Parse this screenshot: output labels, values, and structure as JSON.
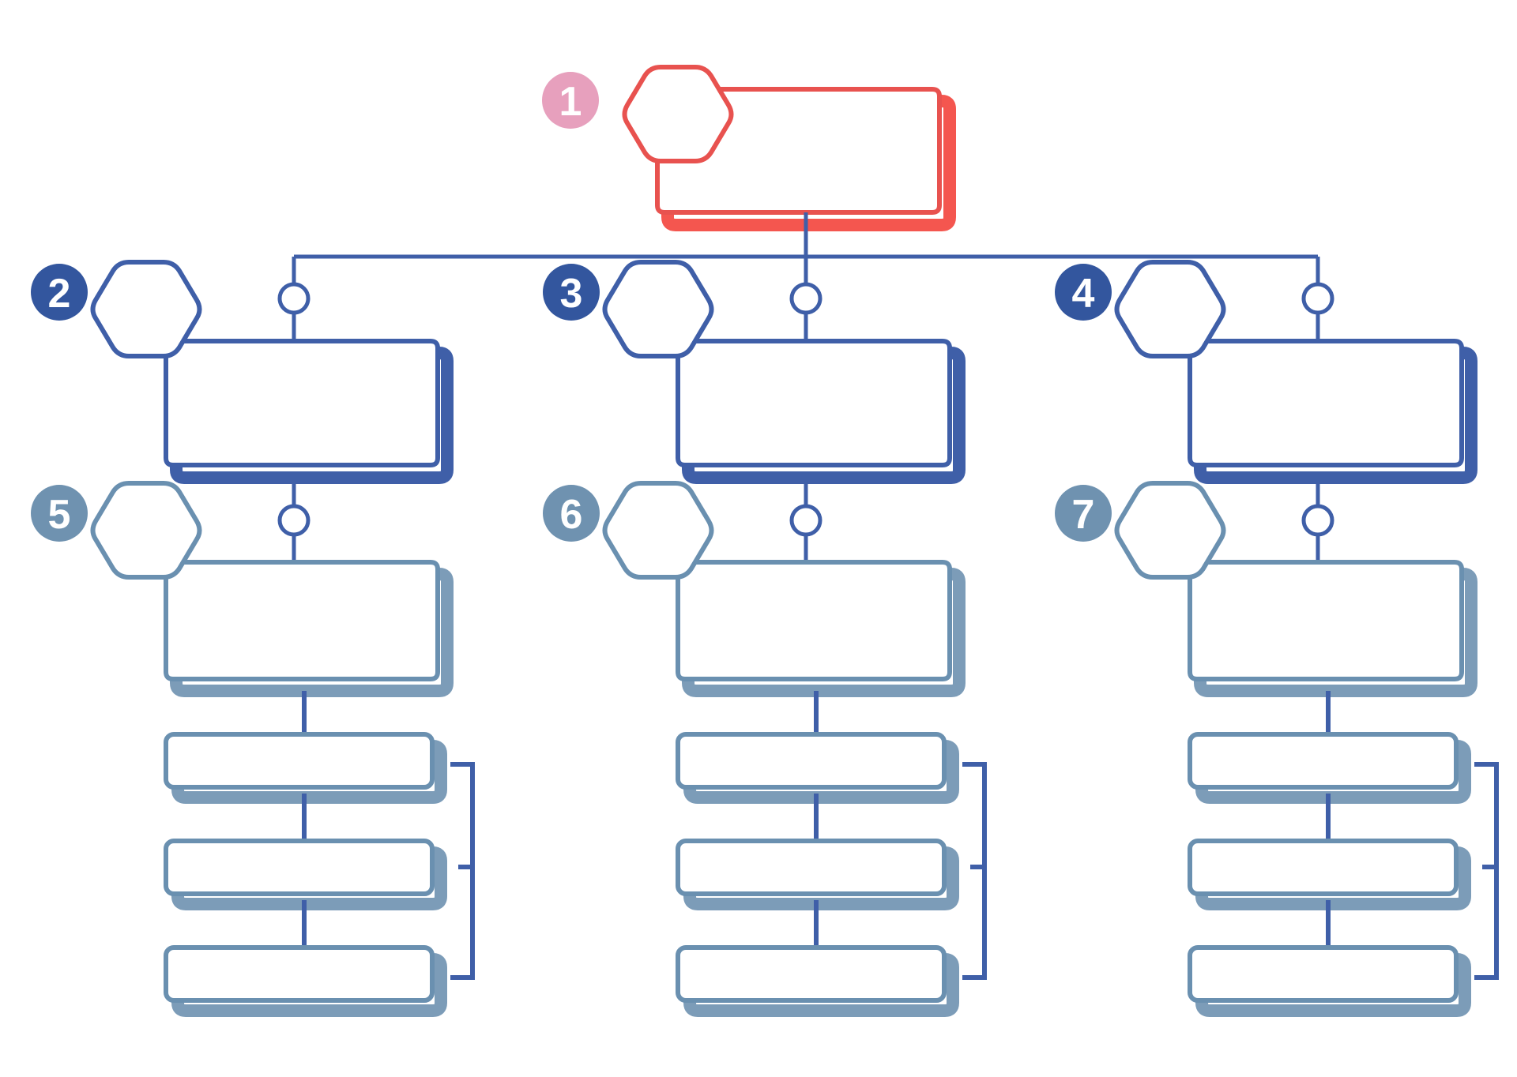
{
  "diagram": {
    "title": "Blank hierarchical org-chart infographic template",
    "type": "tree-diagram",
    "background_color": "#ffffff",
    "levels": 4,
    "columns": 3
  },
  "palette": {
    "root_stroke": "#e8524f",
    "root_shadow": "#f4564f",
    "root_badge_fill": "#e7a0bd",
    "level2_stroke": "#3f5fa8",
    "level2_shadow": "#3f5fa8",
    "level2_badge_fill": "#33569e",
    "level3_stroke": "#6a90b0",
    "level3_shadow": "#7c9cb8",
    "level3_badge_fill": "#6f92b0",
    "connector_stroke": "#3f5fa8",
    "bar_stroke": "#6a90b0",
    "bar_shadow": "#7c9cb8",
    "bracket_stroke": "#3f5fa8",
    "badge_text_color": "#ffffff"
  },
  "nodes": [
    {
      "id": "node-1",
      "badge": "1",
      "level": 1,
      "column": "center",
      "badge_fill": "#e7a0bd",
      "stroke": "#e8524f",
      "shadow": "#f4564f",
      "shape": "hexagon-plus-card",
      "label": "",
      "has_hexagon": true
    },
    {
      "id": "node-2",
      "badge": "2",
      "level": 2,
      "column": "left",
      "badge_fill": "#33569e",
      "stroke": "#3f5fa8",
      "shadow": "#3f5fa8",
      "shape": "hexagon-plus-card",
      "label": "",
      "has_hexagon": true
    },
    {
      "id": "node-3",
      "badge": "3",
      "level": 2,
      "column": "center",
      "badge_fill": "#33569e",
      "stroke": "#3f5fa8",
      "shadow": "#3f5fa8",
      "shape": "hexagon-plus-card",
      "label": "",
      "has_hexagon": true
    },
    {
      "id": "node-4",
      "badge": "4",
      "level": 2,
      "column": "right",
      "badge_fill": "#33569e",
      "stroke": "#3f5fa8",
      "shadow": "#3f5fa8",
      "shape": "hexagon-plus-card",
      "label": "",
      "has_hexagon": true
    },
    {
      "id": "node-5",
      "badge": "5",
      "level": 3,
      "column": "left",
      "badge_fill": "#6f92b0",
      "stroke": "#6a90b0",
      "shadow": "#7c9cb8",
      "shape": "hexagon-plus-card",
      "label": "",
      "has_hexagon": true
    },
    {
      "id": "node-6",
      "badge": "6",
      "level": 3,
      "column": "center",
      "badge_fill": "#6f92b0",
      "stroke": "#6a90b0",
      "shadow": "#7c9cb8",
      "shape": "hexagon-plus-card",
      "label": "",
      "has_hexagon": true
    },
    {
      "id": "node-7",
      "badge": "7",
      "level": 3,
      "column": "right",
      "badge_fill": "#6f92b0",
      "stroke": "#6a90b0",
      "shadow": "#7c9cb8",
      "shape": "hexagon-plus-card",
      "label": "",
      "has_hexagon": true
    }
  ],
  "bar_groups": [
    {
      "id": "bars-left",
      "column": "left",
      "parent": "node-5",
      "bracket": true,
      "bars": [
        {
          "id": "bar-left-1",
          "label": ""
        },
        {
          "id": "bar-left-2",
          "label": ""
        },
        {
          "id": "bar-left-3",
          "label": ""
        }
      ]
    },
    {
      "id": "bars-center",
      "column": "center",
      "parent": "node-6",
      "bracket": true,
      "bars": [
        {
          "id": "bar-center-1",
          "label": ""
        },
        {
          "id": "bar-center-2",
          "label": ""
        },
        {
          "id": "bar-center-3",
          "label": ""
        }
      ]
    },
    {
      "id": "bars-right",
      "column": "right",
      "parent": "node-7",
      "bracket": true,
      "bars": [
        {
          "id": "bar-right-1",
          "label": ""
        },
        {
          "id": "bar-right-2",
          "label": ""
        },
        {
          "id": "bar-right-3",
          "label": ""
        }
      ]
    }
  ],
  "connectors": {
    "root_to_level2": "horizontal-bus-with-circle-junctions",
    "level2_to_level3": "vertical-with-circle-junction",
    "level3_to_bars": "vertical-line",
    "junction_marker": "open-circle"
  },
  "badges": {
    "n1": "1",
    "n2": "2",
    "n3": "3",
    "n4": "4",
    "n5": "5",
    "n6": "6",
    "n7": "7"
  }
}
